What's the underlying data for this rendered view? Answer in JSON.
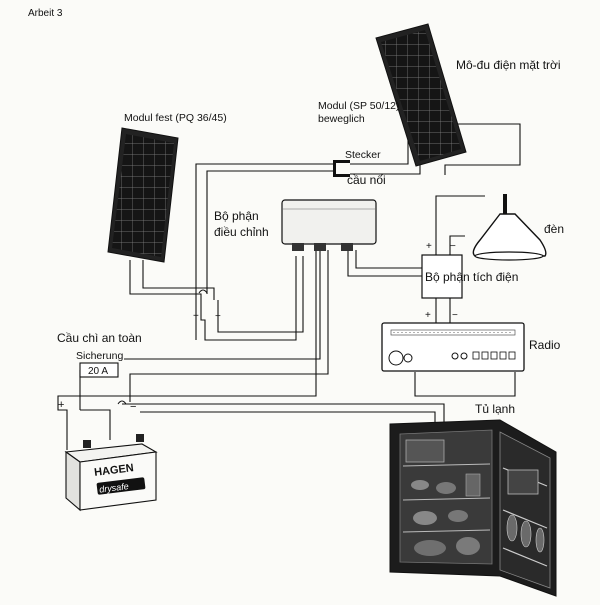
{
  "corner_note": "Arbeit 3",
  "labels": {
    "module_fixed": "Modul fest (PQ 36/45)",
    "module_movable_line1": "Modul (SP 50/12)",
    "module_movable_line2": "beweglich",
    "solar_module_vi": "Mô-đu điện mặt trời",
    "connector_de": "Stecker",
    "connector_vi": "cầu nối",
    "controller_line1": "Bộ phận",
    "controller_line2": "điều chỉnh",
    "lamp_vi": "đèn",
    "accumulator_vi": "Bộ phận tích điện",
    "radio": "Radio",
    "fuse_vi": "Cầu chì an toàn",
    "fuse_de": "Sicherung",
    "fuse_rating": "20 A",
    "fridge_vi": "Tủ lạnh"
  },
  "battery": {
    "brand": "HAGEN",
    "model": "drysafe"
  },
  "polarity": {
    "plus": "+",
    "minus": "−"
  },
  "colors": {
    "ink": "#111111",
    "paper": "#fbfbf8",
    "panel": "#161616",
    "fridge": "#1c1c1c"
  }
}
